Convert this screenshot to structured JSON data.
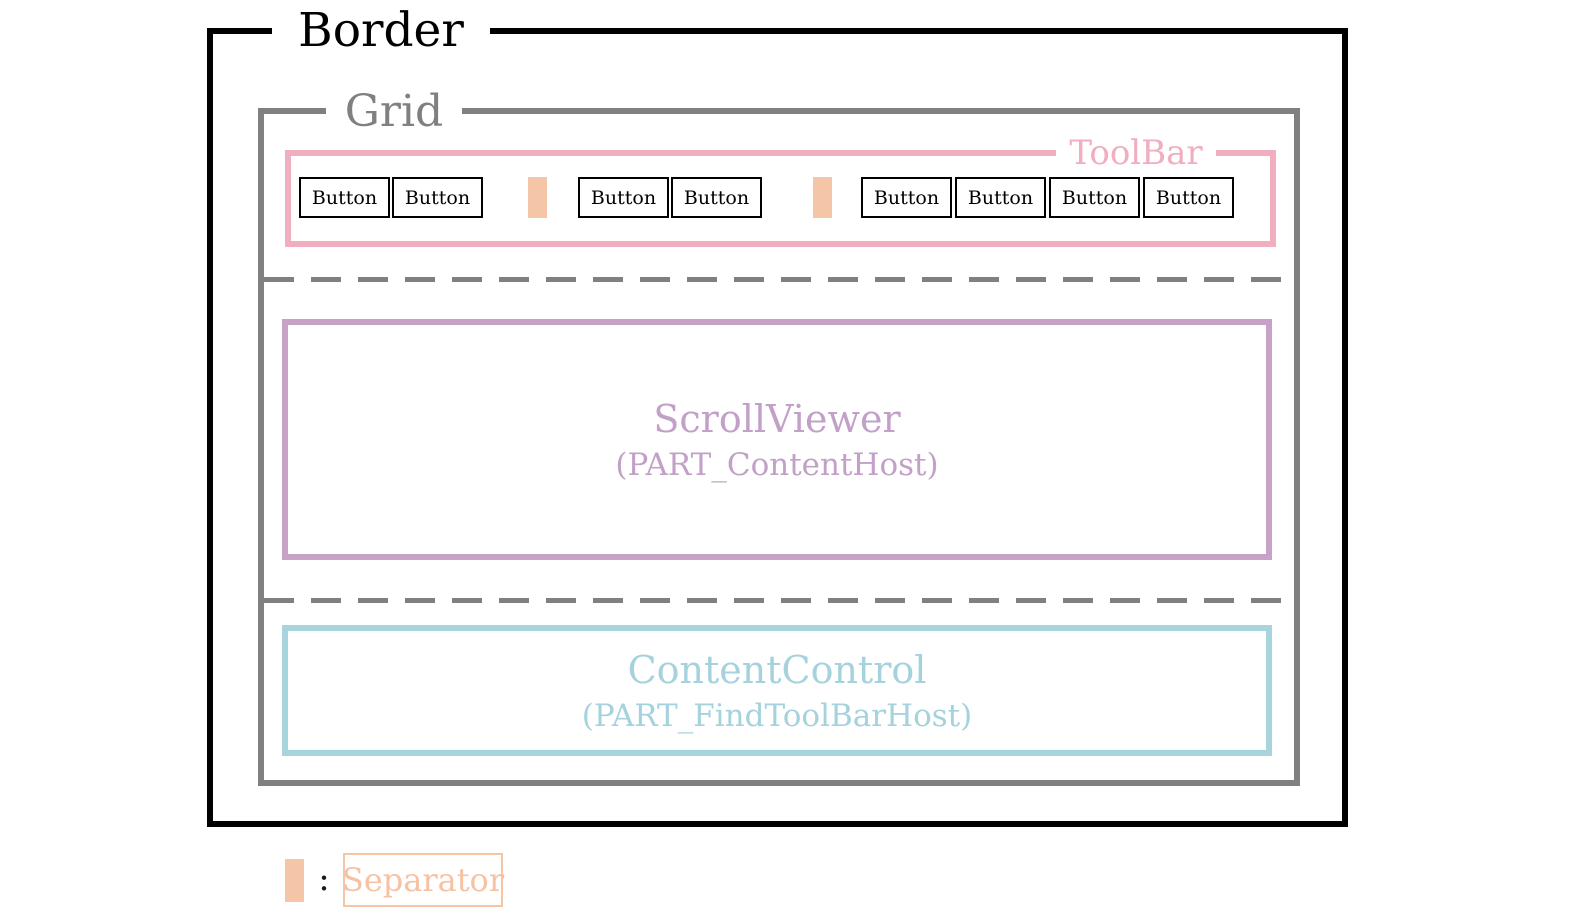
{
  "diagram": {
    "border": {
      "label": "Border"
    },
    "grid": {
      "label": "Grid"
    },
    "toolbar": {
      "label": "ToolBar",
      "buttons": [
        {
          "label": "Button"
        },
        {
          "label": "Button"
        },
        {
          "label": "Button"
        },
        {
          "label": "Button"
        },
        {
          "label": "Button"
        },
        {
          "label": "Button"
        },
        {
          "label": "Button"
        },
        {
          "label": "Button"
        }
      ]
    },
    "scrollviewer": {
      "title": "ScrollViewer",
      "subtitle": "(PART_ContentHost)"
    },
    "content_control": {
      "title": "ContentControl",
      "subtitle": "(PART_FindToolBarHost)"
    },
    "legend": {
      "colon": ":",
      "separator_label": "Separator"
    }
  },
  "colors": {
    "border_outline": "#000000",
    "grid_outline": "#808080",
    "toolbar_outline": "#f0aebe",
    "scrollviewer_outline": "#c6a3c6",
    "content_control_outline": "#a8d4dd",
    "separator_fill": "#f5c5a8",
    "button_outline": "#000000",
    "background": "#ffffff"
  }
}
